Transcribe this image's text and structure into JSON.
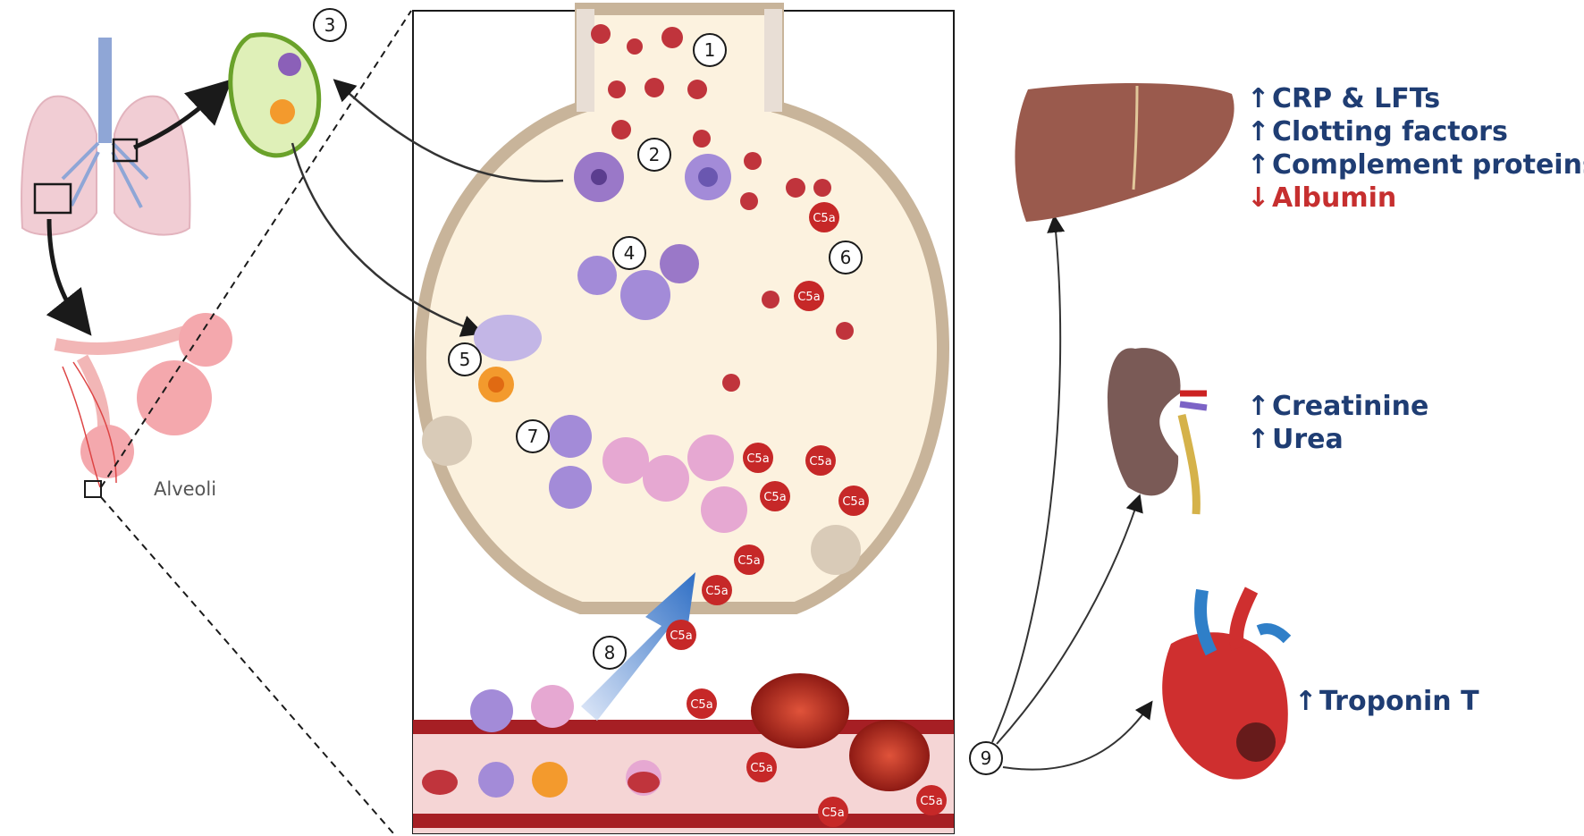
{
  "labels": {
    "alveoli": "Alveoli",
    "c5a": "C5a"
  },
  "steps": [
    "1",
    "2",
    "3",
    "4",
    "5",
    "6",
    "7",
    "8",
    "9"
  ],
  "liver_markers": [
    {
      "arrow": "↑",
      "text": "CRP & LFTs",
      "color": "#1f3d73"
    },
    {
      "arrow": "↑",
      "text": "Clotting factors",
      "color": "#1f3d73"
    },
    {
      "arrow": "↑",
      "text": "Complement proteins",
      "color": "#1f3d73"
    },
    {
      "arrow": "↓",
      "text": "Albumin",
      "color": "#c62f2f"
    }
  ],
  "kidney_markers": [
    {
      "arrow": "↑",
      "text": "Creatinine"
    },
    {
      "arrow": "↑",
      "text": "Urea"
    }
  ],
  "heart_markers": [
    {
      "arrow": "↑",
      "text": "Troponin T"
    }
  ],
  "colors": {
    "text_blue": "#1f3d73",
    "down_red": "#c62f2f",
    "alveolus_fill": "#fcf2df",
    "alveolus_wall": "#c8b49a",
    "virus": "#c0343c",
    "macrophage": "#9a78c8",
    "neutrophil": "#e6a8d2",
    "c5a": "#c62828",
    "vessel": "#a61f24",
    "arrow_blue": "#2f6fc5"
  }
}
